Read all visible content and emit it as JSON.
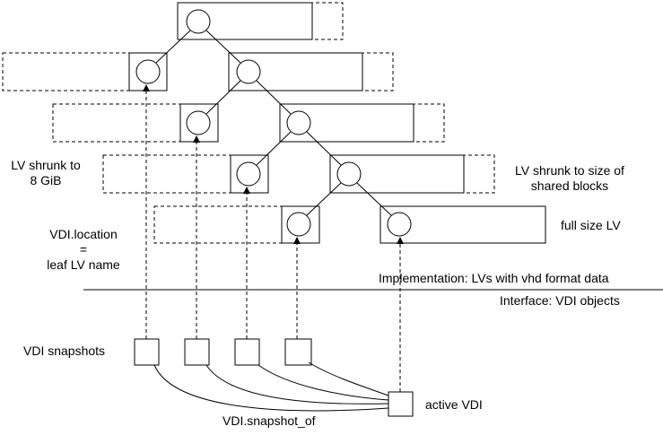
{
  "labels": {
    "lv_shrunk_8gib": "LV shrunk to\n8 GiB",
    "lv_shrunk_shared": "LV shrunk to size of\nshared blocks",
    "full_size_lv": "full size LV",
    "vdi_location": "VDI.location\n=\nleaf LV name",
    "implementation": "Implementation: LVs with vhd format data",
    "interface": "Interface: VDI objects",
    "vdi_snapshots": "VDI snapshots",
    "active_vdi": "active VDI",
    "vdi_snapshot_of": "VDI.snapshot_of"
  }
}
